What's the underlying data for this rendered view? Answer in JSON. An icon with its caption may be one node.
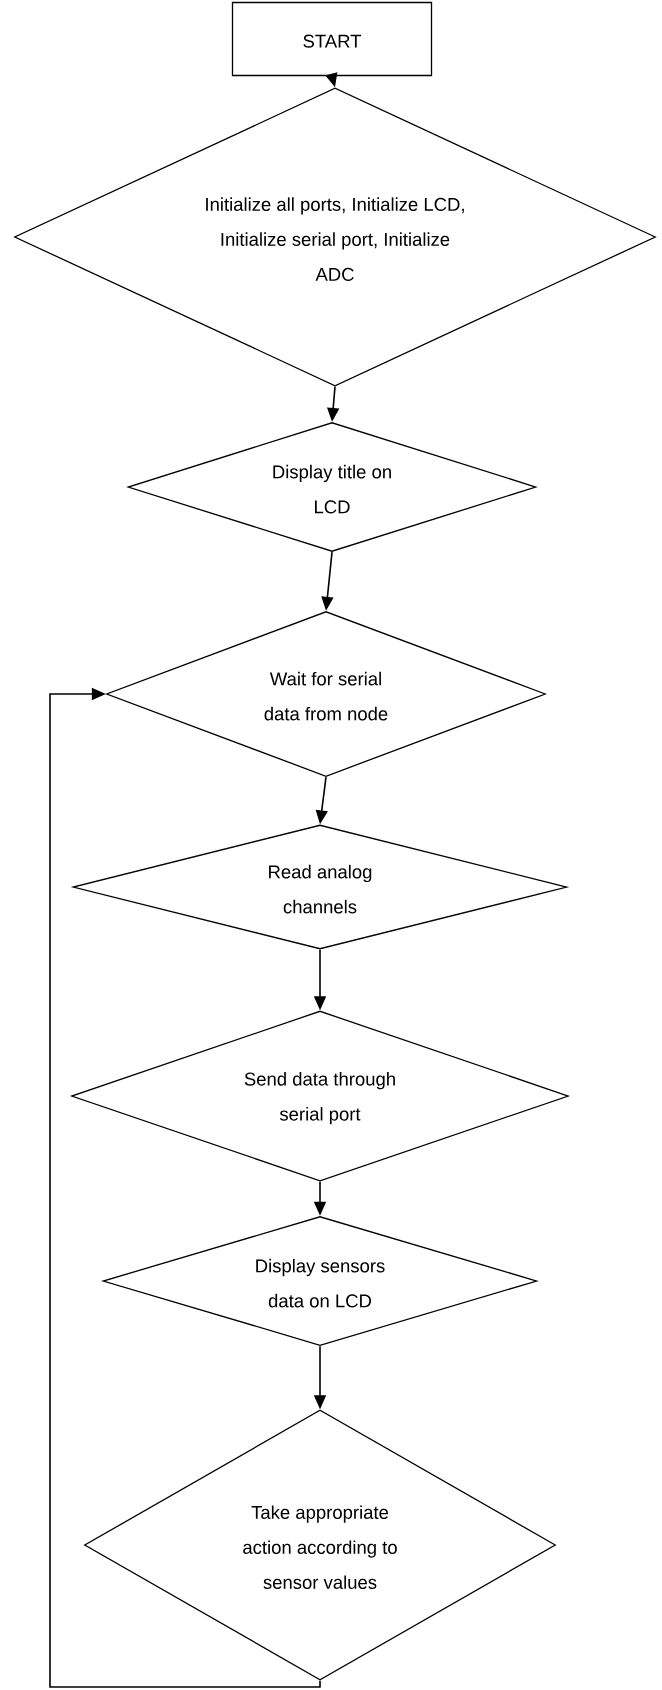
{
  "diagram": {
    "nodes": [
      {
        "text": [
          "START"
        ]
      },
      {
        "text": [
          "Initialize all ports, Initialize LCD, Initialize serial port, Initialize ADC"
        ]
      },
      {
        "text": [
          "Display title on LCD"
        ]
      },
      {
        "text": [
          "Wait for serial data from node"
        ]
      },
      {
        "text": [
          "Read analog channels"
        ]
      },
      {
        "text": [
          "Send data through serial port"
        ]
      },
      {
        "text": [
          "Display sensors data on LCD"
        ]
      },
      {
        "text": [
          "Take appropriate action according to sensor values"
        ]
      }
    ],
    "edges": [
      {
        "from": 0,
        "to": 1,
        "arrow": "to"
      },
      {
        "from": 1,
        "to": 2,
        "arrow": "to"
      },
      {
        "from": 2,
        "to": 3,
        "arrow": "to"
      },
      {
        "from": 3,
        "to": 4,
        "arrow": "to"
      },
      {
        "from": 4,
        "to": 5,
        "arrow": "to"
      },
      {
        "from": 5,
        "to": 6,
        "arrow": "to"
      },
      {
        "from": 6,
        "to": 7,
        "arrow": "to"
      },
      {
        "from": 7,
        "to": 3,
        "arrow": "to"
      }
    ]
  }
}
